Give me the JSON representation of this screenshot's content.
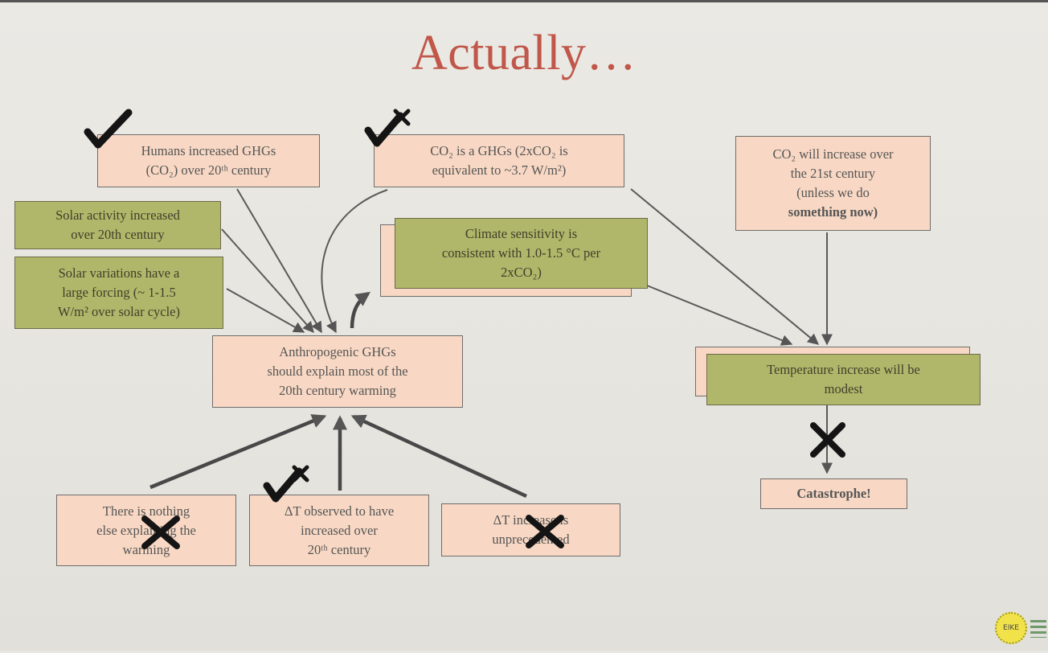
{
  "slide": {
    "title": "Actually…"
  },
  "boxes": {
    "humans": [
      "Humans increased GHGs",
      "(CO₂) over 20ᵗʰ century"
    ],
    "co2_ghg": [
      "CO₂ is a GHGs (2xCO₂ is",
      "equivalent to ~3.7 W/m²)"
    ],
    "co2_future": [
      "CO₂ will increase over",
      "the 21st century",
      "(unless we do",
      "something now)"
    ],
    "solar_activity": [
      "Solar activity increased",
      "over 20th century"
    ],
    "solar_variations": [
      "Solar variations have a",
      "large forcing (~ 1-1.5",
      "W/m² over solar cycle)"
    ],
    "climate_sensitivity": [
      "Climate sensitivity is",
      "consistent with 1.0-1.5 °C per",
      "2xCO₂)"
    ],
    "anthropogenic": [
      "Anthropogenic GHGs",
      "should explain most of the",
      "20th century warming"
    ],
    "temperature": [
      "Temperature increase will be",
      "modest"
    ],
    "nothing_else": [
      "There is nothing",
      "else explaining the",
      "warming"
    ],
    "delta_t_observed": [
      "ΔT observed to have",
      "increased over",
      "20ᵗʰ century"
    ],
    "delta_t_unprecedented": [
      "ΔT increase is",
      "unprecedented"
    ],
    "catastrophe": [
      "Catastrophe!"
    ]
  },
  "logo": {
    "text": "EIKE"
  },
  "colors": {
    "title": "#c0574a",
    "peach_box": "#f8d8c4",
    "green_box": "#b1b76a",
    "ink": "#1a1a1a"
  }
}
